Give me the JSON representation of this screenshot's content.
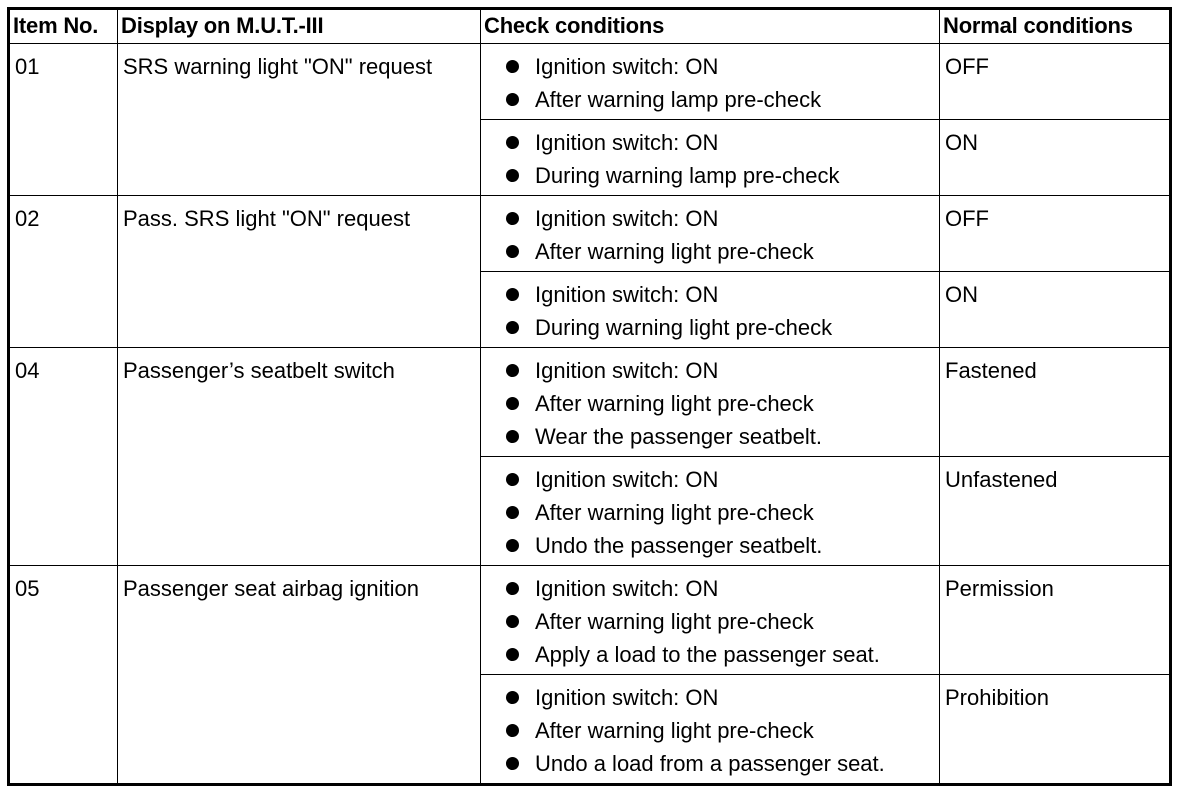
{
  "headers": {
    "item_no": "Item No.",
    "display": "Display on M.U.T.-III",
    "check": "Check conditions",
    "normal": "Normal conditions"
  },
  "rows": [
    {
      "item": "01",
      "display": "SRS warning light \"ON\" request",
      "cases": [
        {
          "conditions": [
            "Ignition switch: ON",
            "After warning lamp pre-check"
          ],
          "normal": "OFF"
        },
        {
          "conditions": [
            "Ignition switch: ON",
            "During warning lamp pre-check"
          ],
          "normal": "ON"
        }
      ]
    },
    {
      "item": "02",
      "display": "Pass. SRS light \"ON\" request",
      "cases": [
        {
          "conditions": [
            "Ignition switch: ON",
            "After warning light pre-check"
          ],
          "normal": "OFF"
        },
        {
          "conditions": [
            "Ignition switch: ON",
            "During warning light pre-check"
          ],
          "normal": "ON"
        }
      ]
    },
    {
      "item": "04",
      "display": "Passenger’s seatbelt switch",
      "cases": [
        {
          "conditions": [
            "Ignition switch: ON",
            "After warning light pre-check",
            "Wear the passenger seatbelt."
          ],
          "normal": "Fastened"
        },
        {
          "conditions": [
            "Ignition switch: ON",
            "After warning light pre-check",
            "Undo the passenger seatbelt."
          ],
          "normal": "Unfastened"
        }
      ]
    },
    {
      "item": "05",
      "display": "Passenger seat airbag ignition",
      "cases": [
        {
          "conditions": [
            "Ignition switch: ON",
            "After warning light pre-check",
            "Apply a load to the passenger seat."
          ],
          "normal": "Permission"
        },
        {
          "conditions": [
            "Ignition switch: ON",
            "After warning light pre-check",
            "Undo a load from a passenger seat."
          ],
          "normal": "Prohibition"
        }
      ]
    }
  ]
}
